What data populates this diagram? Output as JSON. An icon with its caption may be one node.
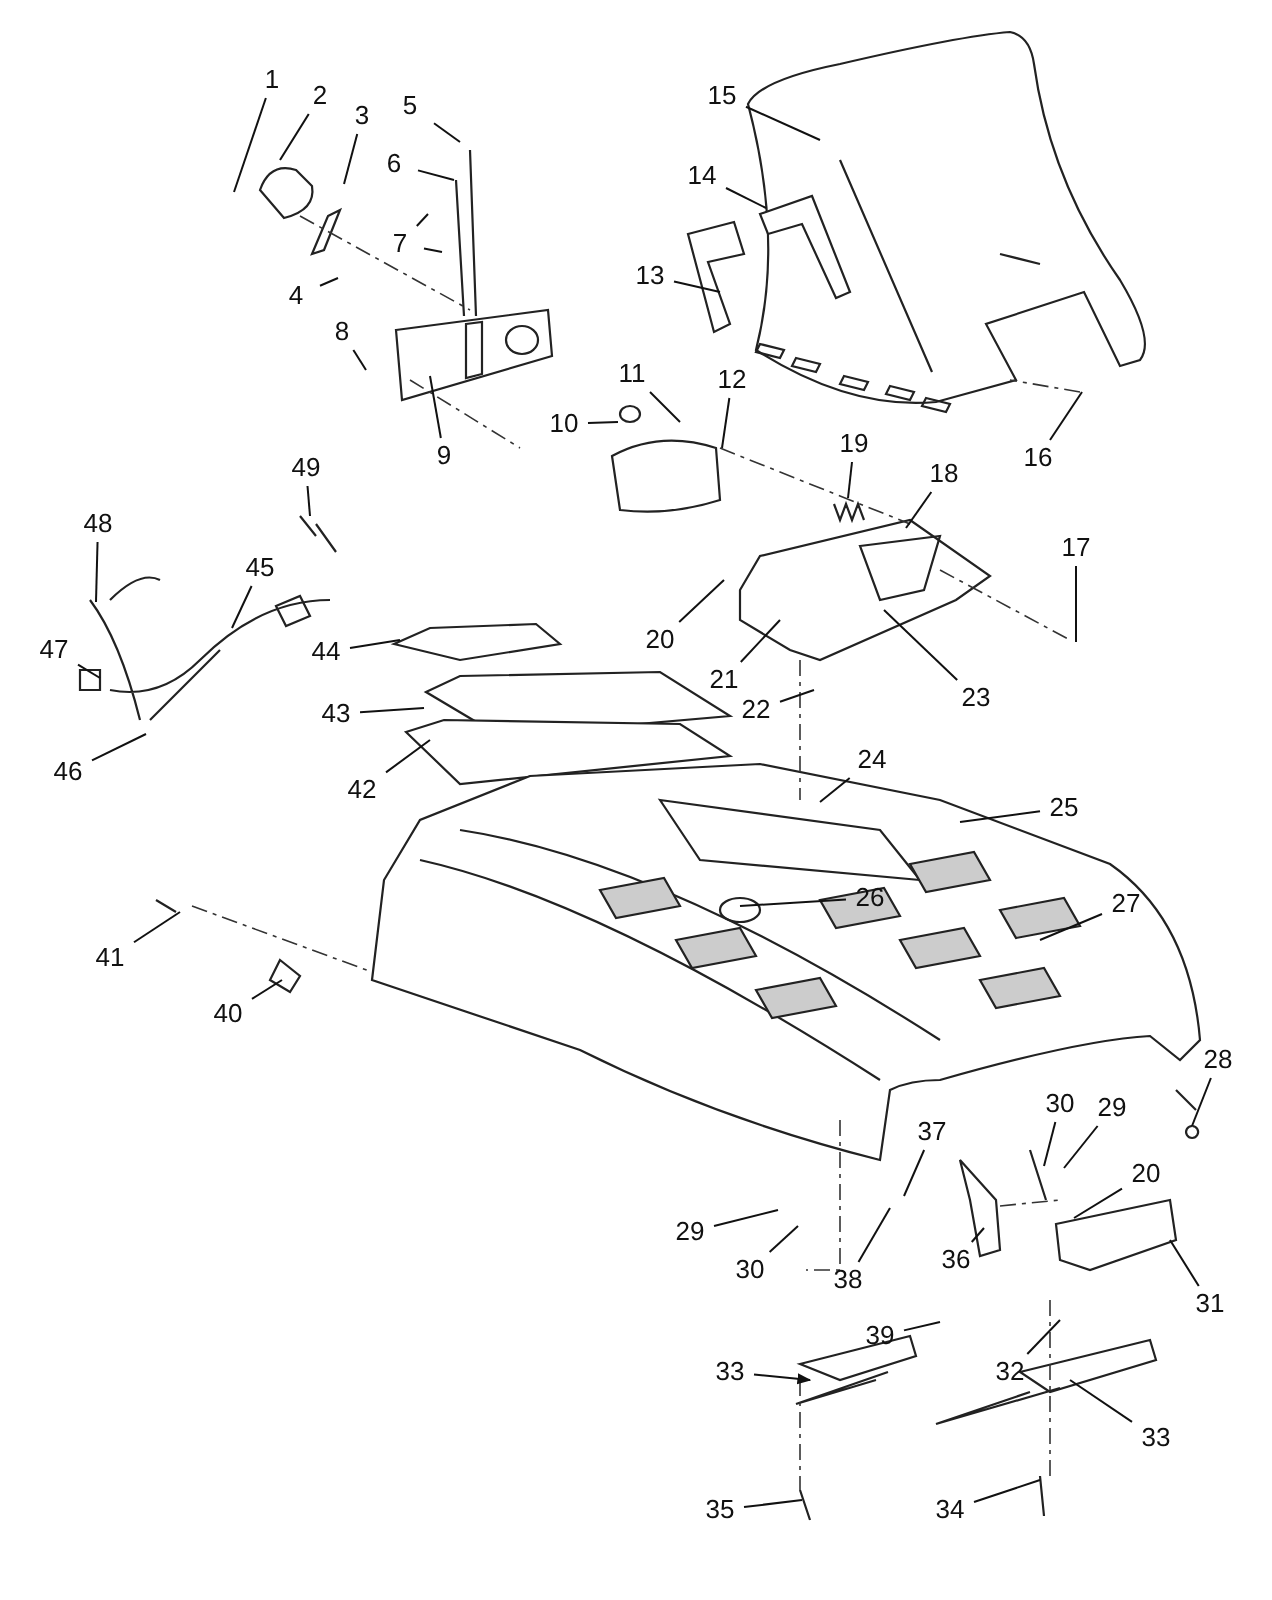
{
  "diagram": {
    "nodes": [
      {
        "text": [
          "1"
        ]
      },
      {
        "text": [
          "2"
        ]
      },
      {
        "text": [
          "3"
        ]
      },
      {
        "text": [
          "4"
        ]
      },
      {
        "text": [
          "5"
        ]
      },
      {
        "text": [
          "6"
        ]
      },
      {
        "text": [
          "7"
        ]
      },
      {
        "text": [
          "8"
        ]
      },
      {
        "text": [
          "9"
        ]
      },
      {
        "text": [
          "10"
        ]
      },
      {
        "text": [
          "11"
        ]
      },
      {
        "text": [
          "12"
        ]
      },
      {
        "text": [
          "13"
        ]
      },
      {
        "text": [
          "14"
        ]
      },
      {
        "text": [
          "15"
        ]
      },
      {
        "text": [
          "16"
        ]
      },
      {
        "text": [
          "17"
        ]
      },
      {
        "text": [
          "18"
        ]
      },
      {
        "text": [
          "19"
        ]
      },
      {
        "text": [
          "20"
        ]
      },
      {
        "text": [
          "21"
        ]
      },
      {
        "text": [
          "22"
        ]
      },
      {
        "text": [
          "23"
        ]
      },
      {
        "text": [
          "24"
        ]
      },
      {
        "text": [
          "25"
        ]
      },
      {
        "text": [
          "26"
        ]
      },
      {
        "text": [
          "27"
        ]
      },
      {
        "text": [
          "28"
        ]
      },
      {
        "text": [
          "29"
        ]
      },
      {
        "text": [
          "30"
        ]
      },
      {
        "text": [
          "29"
        ]
      },
      {
        "text": [
          "30"
        ]
      },
      {
        "text": [
          "20"
        ]
      },
      {
        "text": [
          "31"
        ]
      },
      {
        "text": [
          "32"
        ]
      },
      {
        "text": [
          "33"
        ]
      },
      {
        "text": [
          "33"
        ]
      },
      {
        "text": [
          "34"
        ]
      },
      {
        "text": [
          "35"
        ]
      },
      {
        "text": [
          "36"
        ]
      },
      {
        "text": [
          "37"
        ]
      },
      {
        "text": [
          "38"
        ]
      },
      {
        "text": [
          "39"
        ]
      },
      {
        "text": [
          "40"
        ]
      },
      {
        "text": [
          "41"
        ]
      },
      {
        "text": [
          "42"
        ]
      },
      {
        "text": [
          "43"
        ]
      },
      {
        "text": [
          "44"
        ]
      },
      {
        "text": [
          "45"
        ]
      },
      {
        "text": [
          "46"
        ]
      },
      {
        "text": [
          "47"
        ]
      },
      {
        "text": [
          "48"
        ]
      },
      {
        "text": [
          "49"
        ]
      }
    ],
    "edges": [
      {
        "from": 0,
        "to": null,
        "arrow": "none"
      },
      {
        "from": 1,
        "to": null,
        "arrow": "none"
      },
      {
        "from": 2,
        "to": null,
        "arrow": "none"
      },
      {
        "from": 3,
        "to": null,
        "arrow": "none"
      },
      {
        "from": 4,
        "to": null,
        "arrow": "none"
      },
      {
        "from": 5,
        "to": null,
        "arrow": "none"
      },
      {
        "from": 6,
        "to": null,
        "arrow": "none"
      },
      {
        "from": 6,
        "to": null,
        "arrow": "none"
      },
      {
        "from": 7,
        "to": null,
        "arrow": "none"
      },
      {
        "from": 8,
        "to": null,
        "arrow": "none"
      },
      {
        "from": 9,
        "to": null,
        "arrow": "none"
      },
      {
        "from": 10,
        "to": null,
        "arrow": "none"
      },
      {
        "from": 11,
        "to": null,
        "arrow": "none"
      },
      {
        "from": 12,
        "to": null,
        "arrow": "none"
      },
      {
        "from": 13,
        "to": null,
        "arrow": "none"
      },
      {
        "from": 14,
        "to": null,
        "arrow": "none"
      },
      {
        "from": 15,
        "to": null,
        "arrow": "none"
      },
      {
        "from": 16,
        "to": null,
        "arrow": "none"
      },
      {
        "from": 17,
        "to": null,
        "arrow": "none"
      },
      {
        "from": 18,
        "to": null,
        "arrow": "none"
      },
      {
        "from": 19,
        "to": null,
        "arrow": "none"
      },
      {
        "from": 20,
        "to": null,
        "arrow": "none"
      },
      {
        "from": 21,
        "to": null,
        "arrow": "none"
      },
      {
        "from": 22,
        "to": null,
        "arrow": "none"
      },
      {
        "from": 23,
        "to": null,
        "arrow": "none"
      },
      {
        "from": 24,
        "to": null,
        "arrow": "none"
      },
      {
        "from": 25,
        "to": null,
        "arrow": "none"
      },
      {
        "from": 26,
        "to": null,
        "arrow": "none"
      },
      {
        "from": 27,
        "to": null,
        "arrow": "none"
      },
      {
        "from": 28,
        "to": null,
        "arrow": "none"
      },
      {
        "from": 29,
        "to": null,
        "arrow": "none"
      },
      {
        "from": 30,
        "to": null,
        "arrow": "none"
      },
      {
        "from": 31,
        "to": null,
        "arrow": "none"
      },
      {
        "from": 32,
        "to": null,
        "arrow": "none"
      },
      {
        "from": 33,
        "to": null,
        "arrow": "none"
      },
      {
        "from": 34,
        "to": null,
        "arrow": "none"
      },
      {
        "from": 35,
        "to": null,
        "arrow": "to"
      },
      {
        "from": 36,
        "to": null,
        "arrow": "none"
      },
      {
        "from": 37,
        "to": null,
        "arrow": "none"
      },
      {
        "from": 38,
        "to": null,
        "arrow": "none"
      },
      {
        "from": 39,
        "to": null,
        "arrow": "none"
      },
      {
        "from": 40,
        "to": null,
        "arrow": "none"
      },
      {
        "from": 41,
        "to": null,
        "arrow": "none"
      },
      {
        "from": 42,
        "to": null,
        "arrow": "none"
      },
      {
        "from": 43,
        "to": null,
        "arrow": "none"
      },
      {
        "from": 44,
        "to": null,
        "arrow": "none"
      },
      {
        "from": 45,
        "to": null,
        "arrow": "none"
      },
      {
        "from": 46,
        "to": null,
        "arrow": "none"
      },
      {
        "from": 47,
        "to": null,
        "arrow": "none"
      },
      {
        "from": 48,
        "to": null,
        "arrow": "none"
      },
      {
        "from": 49,
        "to": null,
        "arrow": "none"
      },
      {
        "from": 50,
        "to": null,
        "arrow": "none"
      },
      {
        "from": 51,
        "to": null,
        "arrow": "none"
      },
      {
        "from": 52,
        "to": null,
        "arrow": "none"
      }
    ]
  }
}
